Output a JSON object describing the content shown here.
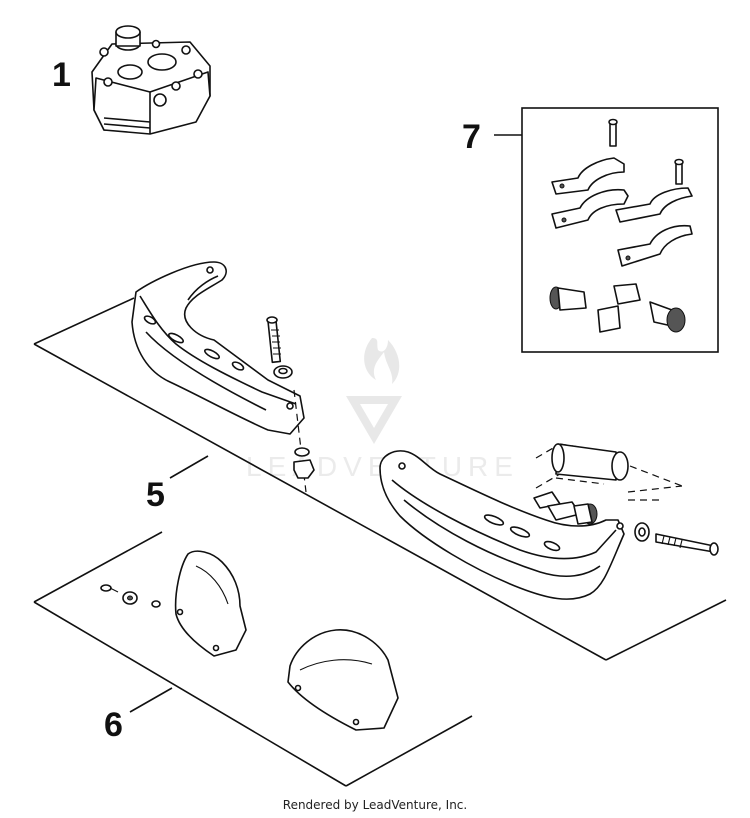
{
  "callouts": {
    "c1": "1",
    "c5": "5",
    "c6": "6",
    "c7": "7"
  },
  "watermark": "LEADVENTURE",
  "footer": "Rendered by LeadVenture, Inc."
}
